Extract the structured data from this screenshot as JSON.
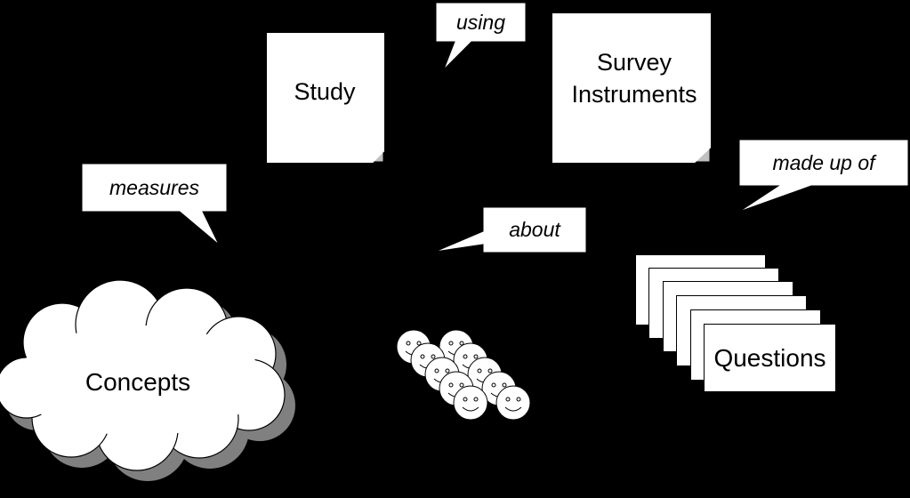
{
  "nodes": {
    "study": "Study",
    "survey_instruments": "Survey Instruments",
    "concepts": "Concepts",
    "questions": "Questions"
  },
  "relations": {
    "using": "using",
    "measures": "measures",
    "about": "about",
    "made_up_of": "made up of"
  },
  "people_icon": "smiley-face-icon",
  "colors": {
    "background": "#000000",
    "shape_fill": "#ffffff",
    "shadow": "#808080"
  }
}
